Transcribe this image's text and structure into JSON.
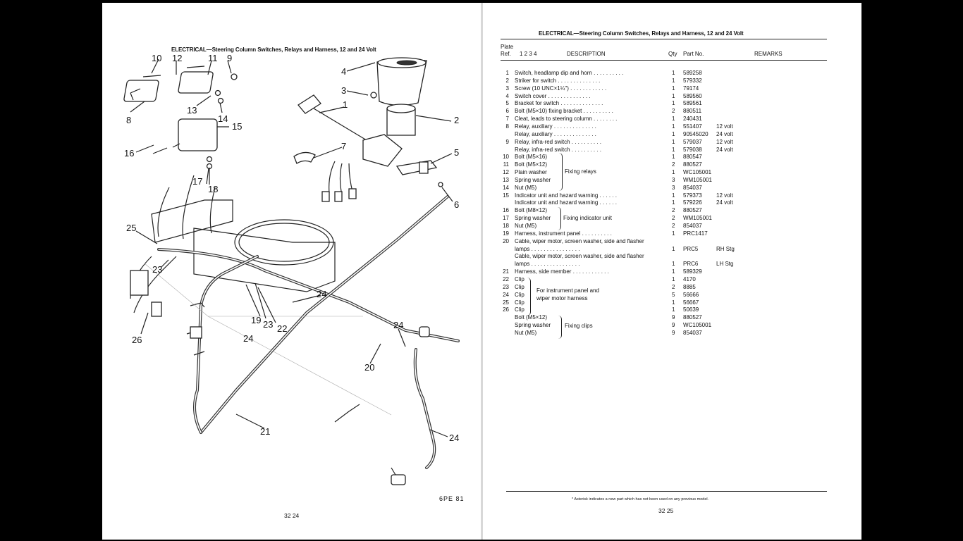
{
  "left_page": {
    "title": "ELECTRICAL—Steering Column Switches, Relays and Harness, 12 and 24 Volt",
    "figure_code": "6PE 81",
    "page_number": "32 24",
    "callouts": [
      "10",
      "12",
      "11",
      "9",
      "8",
      "13",
      "14",
      "15",
      "16",
      "17",
      "18",
      "4",
      "3",
      "1",
      "2",
      "7",
      "5",
      "6",
      "25",
      "23",
      "26",
      "19",
      "23",
      "22",
      "24",
      "24",
      "24",
      "20",
      "21",
      "24"
    ]
  },
  "right_page": {
    "title": "ELECTRICAL—Steering Column Switches, Relays and Harness, 12 and 24 Volt",
    "header": {
      "plate": "Plate",
      "ref": "Ref.",
      "cols": "1 2 3 4",
      "description": "DESCRIPTION",
      "qty": "Qty",
      "part_no": "Part No.",
      "remarks": "REMARKS"
    },
    "rows": [
      {
        "ref": "1",
        "desc": "Switch, headlamp dip and horn . .   . .   . .   . .   . .",
        "qty": "1",
        "part": "589258",
        "rem": ""
      },
      {
        "ref": "2",
        "desc": "Striker for switch  . .   . .   . .   . .   . .   . .   . .",
        "qty": "1",
        "part": "579332",
        "rem": ""
      },
      {
        "ref": "3",
        "desc": "Screw (10 UNC×1¼\")  . .   . .   . .   . .   . .   . .",
        "qty": "1",
        "part": "79174",
        "rem": ""
      },
      {
        "ref": "4",
        "desc": "Switch cover   . .   . .   . .   . .   . .   . .   . .",
        "qty": "1",
        "part": "589560",
        "rem": ""
      },
      {
        "ref": "5",
        "desc": "Bracket for switch . .   . .   . .   . .   . .   . .   . .",
        "qty": "1",
        "part": "589561",
        "rem": ""
      },
      {
        "ref": "6",
        "desc": "Bolt (M5×10) fixing bracket   . .   . .   . .   . .   . .",
        "qty": "2",
        "part": "880511",
        "rem": ""
      },
      {
        "ref": "7",
        "desc": "Cleat, leads to steering column . .   . .   . .   . .",
        "qty": "1",
        "part": "240431",
        "rem": ""
      },
      {
        "ref": "8",
        "desc": "Relay, auxiliary   . .   . .   . .   . .   . .   . .   . .",
        "qty": "1",
        "part": "551407",
        "rem": "12 volt"
      },
      {
        "ref": "",
        "desc": "Relay, auxiliary   . .   . .   . .   . .   . .   . .   . .",
        "qty": "1",
        "part": "90545020",
        "rem": "24 volt"
      },
      {
        "ref": "9",
        "desc": "Relay, infra-red switch   . .   . .   . .   . .   . .",
        "qty": "1",
        "part": "579037",
        "rem": "12 volt"
      },
      {
        "ref": "",
        "desc": "Relay, infra-red switch   . .   . .   . .   . .   . .",
        "qty": "1",
        "part": "579038",
        "rem": "24 volt"
      },
      {
        "ref": "10",
        "desc": "Bolt (M5×16)",
        "qty": "1",
        "part": "880547",
        "rem": ""
      },
      {
        "ref": "11",
        "desc": "Bolt (M5×12)",
        "qty": "2",
        "part": "880527",
        "rem": ""
      },
      {
        "ref": "12",
        "desc": "Plain washer",
        "qty": "1",
        "part": "WC105001",
        "rem": ""
      },
      {
        "ref": "13",
        "desc": "Spring washer",
        "qty": "3",
        "part": "WM105001",
        "rem": ""
      },
      {
        "ref": "14",
        "desc": "Nut (M5)",
        "qty": "3",
        "part": "854037",
        "rem": ""
      },
      {
        "ref": "15",
        "desc": "Indicator unit and hazard warning   . .   . .   . .",
        "qty": "1",
        "part": "579373",
        "rem": "12 volt"
      },
      {
        "ref": "",
        "desc": "Indicator unit and hazard warning   . .   . .   . .",
        "qty": "1",
        "part": "579226",
        "rem": "24 volt"
      },
      {
        "ref": "16",
        "desc": "Bolt (M8×12)",
        "qty": "2",
        "part": "880527",
        "rem": ""
      },
      {
        "ref": "17",
        "desc": "Spring washer",
        "qty": "2",
        "part": "WM105001",
        "rem": ""
      },
      {
        "ref": "18",
        "desc": "Nut (M5)",
        "qty": "2",
        "part": "854037",
        "rem": ""
      },
      {
        "ref": "19",
        "desc": "Harness, instrument panel   . .   . .   . .   . .   . .",
        "qty": "1",
        "part": "PRC1417",
        "rem": ""
      },
      {
        "ref": "20",
        "desc": "Cable, wiper motor, screen washer, side and flasher",
        "qty": "",
        "part": "",
        "rem": ""
      },
      {
        "ref": "",
        "desc": "   lamps   . .   . .   . .   . .   . .   . .   . .   . .",
        "qty": "1",
        "part": "PRC5",
        "rem": "RH Stg"
      },
      {
        "ref": "",
        "desc": "Cable, wiper motor, screen washer, side and flasher",
        "qty": "",
        "part": "",
        "rem": ""
      },
      {
        "ref": "",
        "desc": "   lamps   . .   . .   . .   . .   . .   . .   . .   . .",
        "qty": "1",
        "part": "PRC6",
        "rem": "LH Stg"
      },
      {
        "ref": "21",
        "desc": "Harness, side member   . .   . .   . .   . .   . .   . .",
        "qty": "1",
        "part": "589329",
        "rem": ""
      },
      {
        "ref": "22",
        "desc": "Clip",
        "qty": "1",
        "part": "4170",
        "rem": ""
      },
      {
        "ref": "23",
        "desc": "Clip",
        "qty": "2",
        "part": "8885",
        "rem": ""
      },
      {
        "ref": "24",
        "desc": "Clip",
        "qty": "5",
        "part": "56666",
        "rem": ""
      },
      {
        "ref": "25",
        "desc": "Clip",
        "qty": "1",
        "part": "56667",
        "rem": ""
      },
      {
        "ref": "26",
        "desc": "Clip",
        "qty": "1",
        "part": "50639",
        "rem": ""
      },
      {
        "ref": "",
        "desc": "Bolt (M5×12)",
        "qty": "9",
        "part": "880527",
        "rem": ""
      },
      {
        "ref": "",
        "desc": "Spring washer",
        "qty": "9",
        "part": "WC105001",
        "rem": ""
      },
      {
        "ref": "",
        "desc": "Nut (M5)",
        "qty": "9",
        "part": "854037",
        "rem": ""
      }
    ],
    "groups": {
      "fixing_relays": "Fixing relays",
      "fixing_indicator": "Fixing indicator unit",
      "clips_line1": "For instrument panel and",
      "clips_line2": "wiper motor harness",
      "fixing_clips": "Fixing clips"
    },
    "footnote": "* Asterisk indicates a new part which has not been used on any previous model.",
    "page_number": "32 25"
  }
}
